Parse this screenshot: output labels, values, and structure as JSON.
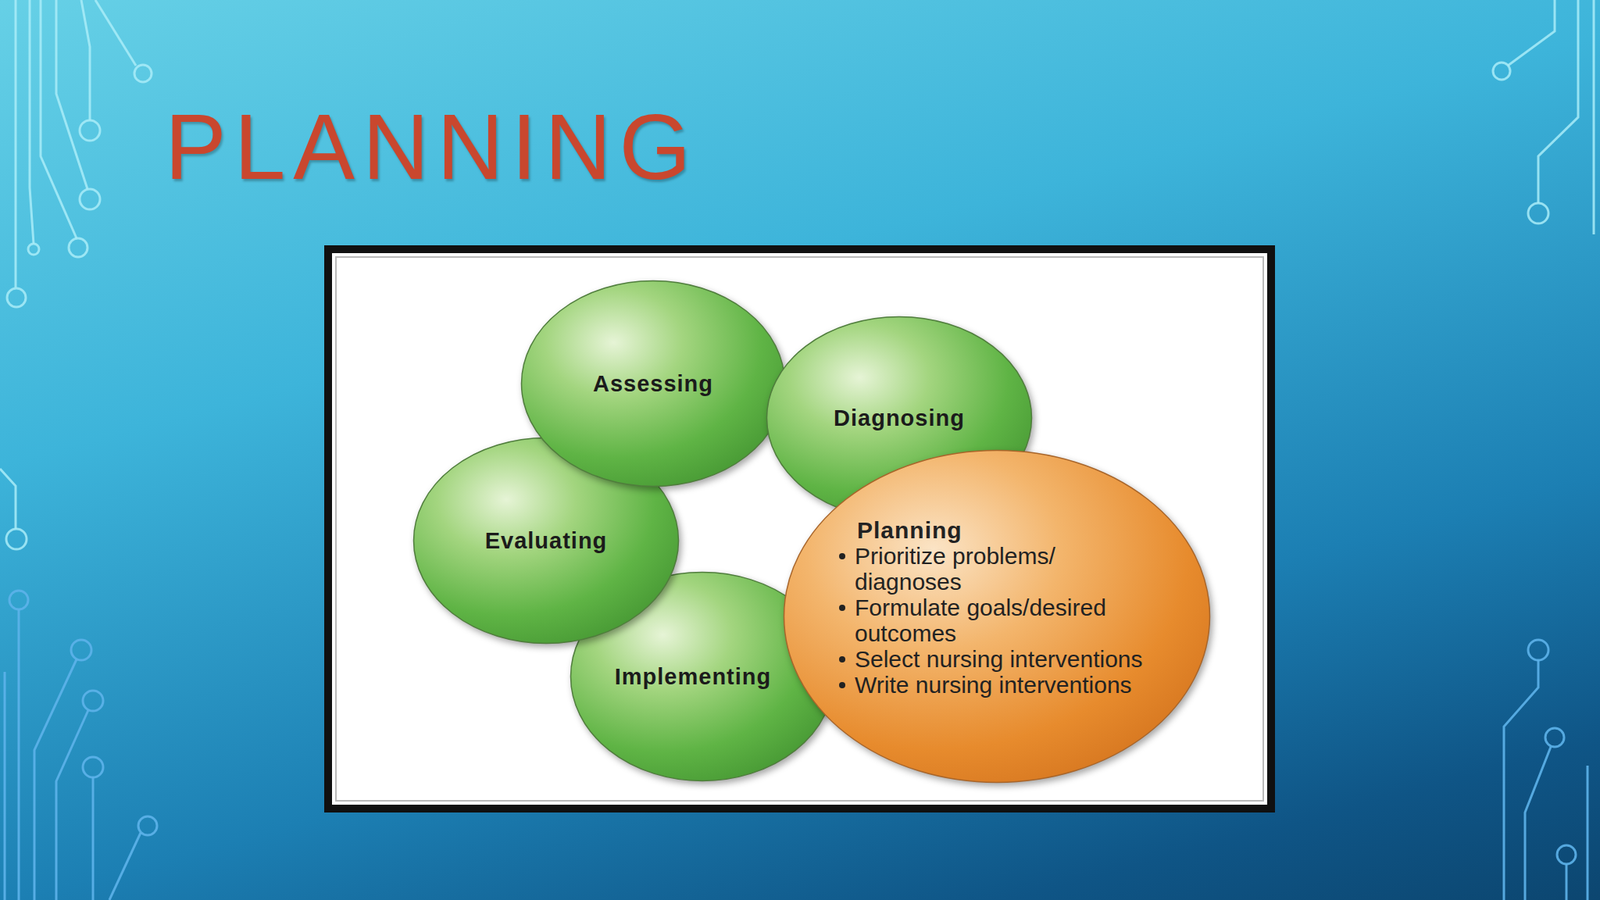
{
  "diagram": {
    "title": "PLANNING",
    "nodes": [
      {
        "text": [
          "Assessing"
        ]
      },
      {
        "text": [
          "Diagnosing"
        ]
      },
      {
        "text": [
          "Planning",
          "Prioritize problems/ diagnoses",
          "Formulate goals/desired outcomes",
          "Select nursing interventions",
          "Write nursing interventions"
        ]
      },
      {
        "text": [
          "Implementing"
        ]
      },
      {
        "text": [
          "Evaluating"
        ]
      }
    ]
  }
}
